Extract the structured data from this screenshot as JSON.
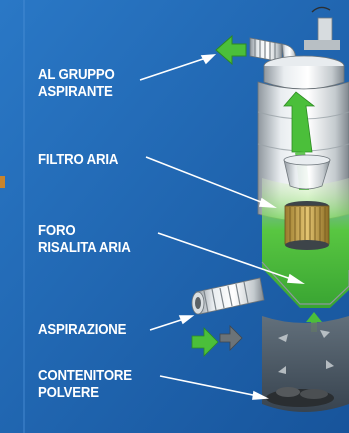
{
  "colors": {
    "background": "#1f66b3",
    "label_text": "#ffffff",
    "flow_arrow": "#4bbf3a",
    "filter_gold": "#c9a44a"
  },
  "labels": {
    "gruppo_line1": "AL GRUPPO",
    "gruppo_line2": "ASPIRANTE",
    "filtro": "FILTRO ARIA",
    "foro_line1": "FORO",
    "foro_line2": "RISALITA ARIA",
    "aspirazione": "ASPIRAZIONE",
    "contenitore_line1": "CONTENITORE",
    "contenitore_line2": "POLVERE"
  },
  "icons": [
    "outlet-arrow-icon",
    "inlet-arrow-icon",
    "upflow-arrow-icon"
  ]
}
